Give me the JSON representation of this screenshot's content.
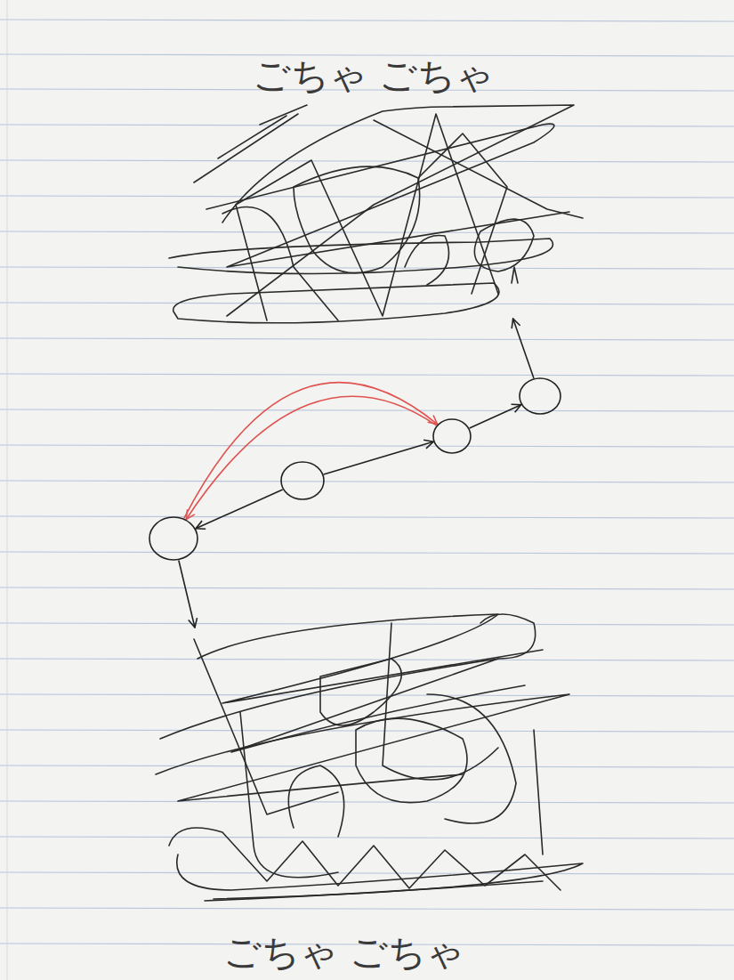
{
  "diagram": {
    "nodes": [
      {
        "text": [
          "ごちゃ ごちゃ"
        ]
      },
      {
        "text": []
      },
      {
        "text": []
      },
      {
        "text": []
      },
      {
        "text": []
      },
      {
        "text": [
          "ごちゃ ごちゃ"
        ]
      }
    ],
    "edges": [
      {
        "from": 3,
        "to": 4,
        "arrow": "to"
      },
      {
        "from": 3,
        "to": 2,
        "arrow": "to"
      },
      {
        "from": 2,
        "to": 1,
        "arrow": "to"
      },
      {
        "from": 1,
        "to": 0,
        "arrow": "to"
      },
      {
        "from": 4,
        "to": 5,
        "arrow": "to"
      },
      {
        "from": 4,
        "to": 2,
        "arrow": "to"
      },
      {
        "from": 2,
        "to": 4,
        "arrow": "to"
      }
    ]
  }
}
